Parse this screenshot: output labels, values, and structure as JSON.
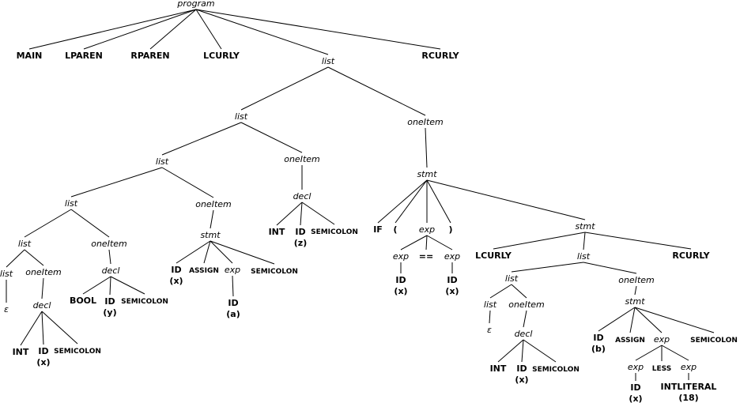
{
  "tree": {
    "nodes": [
      {
        "label": "program",
        "kind": "nonterminal",
        "parent": null
      },
      {
        "label": "MAIN",
        "kind": "terminal",
        "parent": 0
      },
      {
        "label": "LPAREN",
        "kind": "terminal",
        "parent": 0
      },
      {
        "label": "RPAREN",
        "kind": "terminal",
        "parent": 0
      },
      {
        "label": "LCURLY",
        "kind": "terminal",
        "parent": 0
      },
      {
        "label": "list",
        "kind": "nonterminal",
        "parent": 0
      },
      {
        "label": "RCURLY",
        "kind": "terminal",
        "parent": 0
      },
      {
        "label": "list",
        "kind": "nonterminal",
        "parent": 5
      },
      {
        "label": "oneItem",
        "kind": "nonterminal",
        "parent": 5
      },
      {
        "label": "list",
        "kind": "nonterminal",
        "parent": 7
      },
      {
        "label": "oneItem",
        "kind": "nonterminal",
        "parent": 7
      },
      {
        "label": "decl",
        "kind": "nonterminal",
        "parent": 10
      },
      {
        "label": "INT",
        "kind": "terminal",
        "parent": 11
      },
      {
        "label": "ID",
        "sub": "(z)",
        "kind": "terminal",
        "parent": 11
      },
      {
        "label": "SEMICOLON",
        "kind": "terminal-small",
        "parent": 11
      },
      {
        "label": "list",
        "kind": "nonterminal",
        "parent": 9
      },
      {
        "label": "oneItem",
        "kind": "nonterminal",
        "parent": 9
      },
      {
        "label": "list",
        "kind": "nonterminal",
        "parent": 15
      },
      {
        "label": "oneItem",
        "kind": "nonterminal",
        "parent": 15
      },
      {
        "label": "list",
        "kind": "nonterminal",
        "parent": 17
      },
      {
        "label": "ε",
        "kind": "nonterminal",
        "parent": 19
      },
      {
        "label": "oneItem",
        "kind": "nonterminal",
        "parent": 17
      },
      {
        "label": "decl",
        "kind": "nonterminal",
        "parent": 21
      },
      {
        "label": "INT",
        "kind": "terminal",
        "parent": 22
      },
      {
        "label": "ID",
        "sub": "(x)",
        "kind": "terminal",
        "parent": 22
      },
      {
        "label": "SEMICOLON",
        "kind": "terminal-small",
        "parent": 22
      },
      {
        "label": "decl",
        "kind": "nonterminal",
        "parent": 18
      },
      {
        "label": "BOOL",
        "kind": "terminal",
        "parent": 26
      },
      {
        "label": "ID",
        "sub": "(y)",
        "kind": "terminal",
        "parent": 26
      },
      {
        "label": "SEMICOLON",
        "kind": "terminal-small",
        "parent": 26
      },
      {
        "label": "stmt",
        "kind": "nonterminal",
        "parent": 16
      },
      {
        "label": "ID",
        "sub": "(x)",
        "kind": "terminal",
        "parent": 30
      },
      {
        "label": "ASSIGN",
        "kind": "terminal-small",
        "parent": 30
      },
      {
        "label": "exp",
        "kind": "nonterminal",
        "parent": 30
      },
      {
        "label": "SEMICOLON",
        "kind": "terminal-small",
        "parent": 30
      },
      {
        "label": "ID",
        "sub": "(a)",
        "kind": "terminal",
        "parent": 33
      },
      {
        "label": "stmt",
        "kind": "nonterminal",
        "parent": 8
      },
      {
        "label": "IF",
        "kind": "terminal",
        "parent": 36
      },
      {
        "label": "(",
        "kind": "terminal",
        "parent": 36
      },
      {
        "label": "exp",
        "kind": "nonterminal",
        "parent": 36
      },
      {
        "label": ")",
        "kind": "terminal",
        "parent": 36
      },
      {
        "label": "stmt",
        "kind": "nonterminal",
        "parent": 36
      },
      {
        "label": "exp",
        "kind": "nonterminal",
        "parent": 39
      },
      {
        "label": "==",
        "kind": "terminal",
        "parent": 39
      },
      {
        "label": "exp",
        "kind": "nonterminal",
        "parent": 39
      },
      {
        "label": "ID",
        "sub": "(x)",
        "kind": "terminal",
        "parent": 42
      },
      {
        "label": "ID",
        "sub": "(x)",
        "kind": "terminal",
        "parent": 44
      },
      {
        "label": "LCURLY",
        "kind": "terminal",
        "parent": 41
      },
      {
        "label": "list",
        "kind": "nonterminal",
        "parent": 41
      },
      {
        "label": "RCURLY",
        "kind": "terminal",
        "parent": 41
      },
      {
        "label": "list",
        "kind": "nonterminal",
        "parent": 48
      },
      {
        "label": "oneItem",
        "kind": "nonterminal",
        "parent": 48
      },
      {
        "label": "list",
        "kind": "nonterminal",
        "parent": 50
      },
      {
        "label": "oneItem",
        "kind": "nonterminal",
        "parent": 50
      },
      {
        "label": "ε",
        "kind": "nonterminal",
        "parent": 52
      },
      {
        "label": "decl",
        "kind": "nonterminal",
        "parent": 53
      },
      {
        "label": "INT",
        "kind": "terminal",
        "parent": 55
      },
      {
        "label": "ID",
        "sub": "(x)",
        "kind": "terminal",
        "parent": 55
      },
      {
        "label": "SEMICOLON",
        "kind": "terminal-small",
        "parent": 55
      },
      {
        "label": "stmt",
        "kind": "nonterminal",
        "parent": 51
      },
      {
        "label": "ID",
        "sub": "(b)",
        "kind": "terminal",
        "parent": 59
      },
      {
        "label": "ASSIGN",
        "kind": "terminal-small",
        "parent": 59
      },
      {
        "label": "exp",
        "kind": "nonterminal",
        "parent": 59
      },
      {
        "label": "SEMICOLON",
        "kind": "terminal-small",
        "parent": 59
      },
      {
        "label": "exp",
        "kind": "nonterminal",
        "parent": 62
      },
      {
        "label": "LESS",
        "kind": "terminal-small",
        "parent": 62
      },
      {
        "label": "exp",
        "kind": "nonterminal",
        "parent": 62
      },
      {
        "label": "ID",
        "sub": "(x)",
        "kind": "terminal",
        "parent": 64
      },
      {
        "label": "INTLITERAL",
        "sub": "(18)",
        "kind": "terminal",
        "parent": 66
      }
    ]
  }
}
